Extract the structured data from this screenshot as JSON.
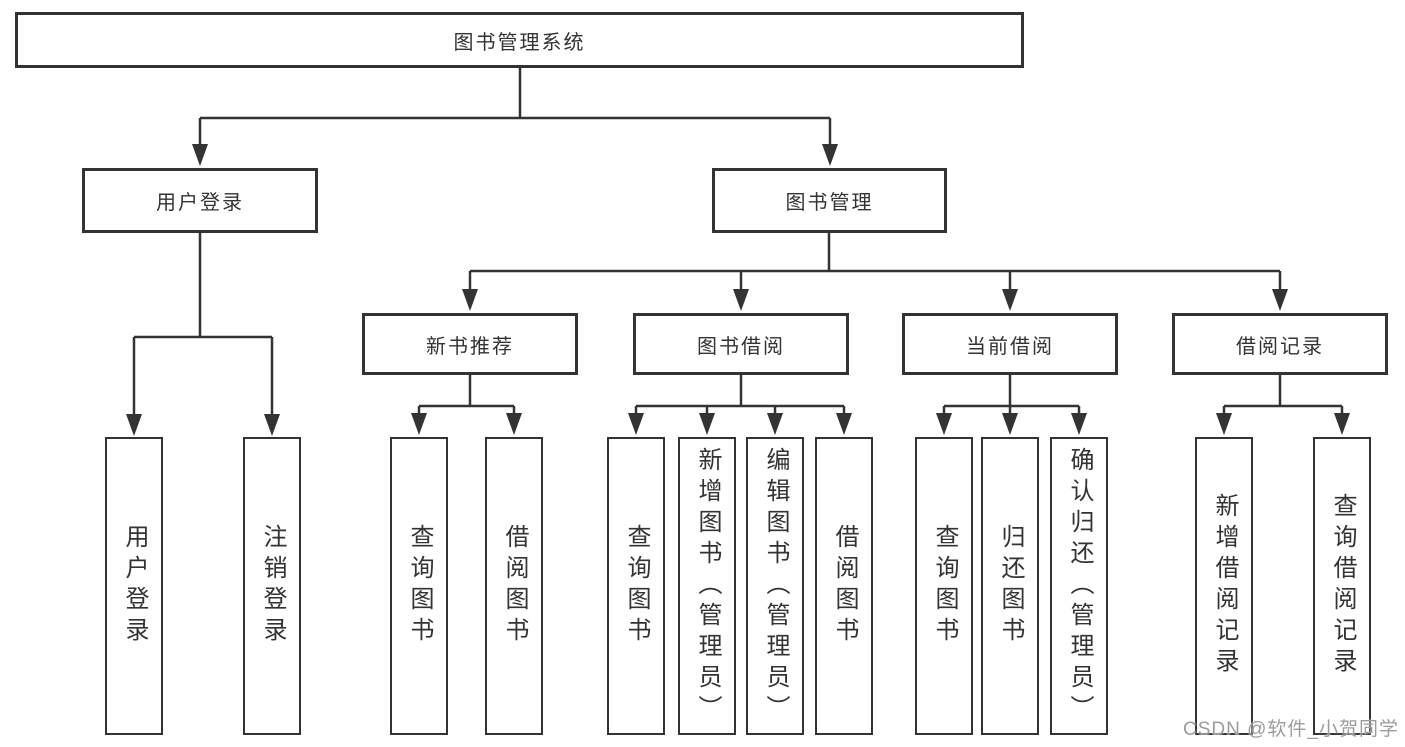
{
  "colors": {
    "line": "#333333",
    "box_border": "#333333",
    "text": "#333333",
    "watermark": "#9c9c9c",
    "background": "#ffffff"
  },
  "watermark": "CSDN @软件_小贺同学",
  "tree": {
    "root": {
      "label": "图书管理系统"
    },
    "branches": [
      {
        "label": "用户登录",
        "children": [
          {
            "label": "用户登录"
          },
          {
            "label": "注销登录"
          }
        ]
      },
      {
        "label": "图书管理",
        "children": [
          {
            "label": "新书推荐",
            "children": [
              {
                "label": "查询图书"
              },
              {
                "label": "借阅图书"
              }
            ]
          },
          {
            "label": "图书借阅",
            "children": [
              {
                "label": "查询图书"
              },
              {
                "label": "新增图书（管理员）"
              },
              {
                "label": "编辑图书（管理员）"
              },
              {
                "label": "借阅图书"
              }
            ]
          },
          {
            "label": "当前借阅",
            "children": [
              {
                "label": "查询图书"
              },
              {
                "label": "归还图书"
              },
              {
                "label": "确认归还（管理员）"
              }
            ]
          },
          {
            "label": "借阅记录",
            "children": [
              {
                "label": "新增借阅记录"
              },
              {
                "label": "查询借阅记录"
              }
            ]
          }
        ]
      }
    ]
  }
}
